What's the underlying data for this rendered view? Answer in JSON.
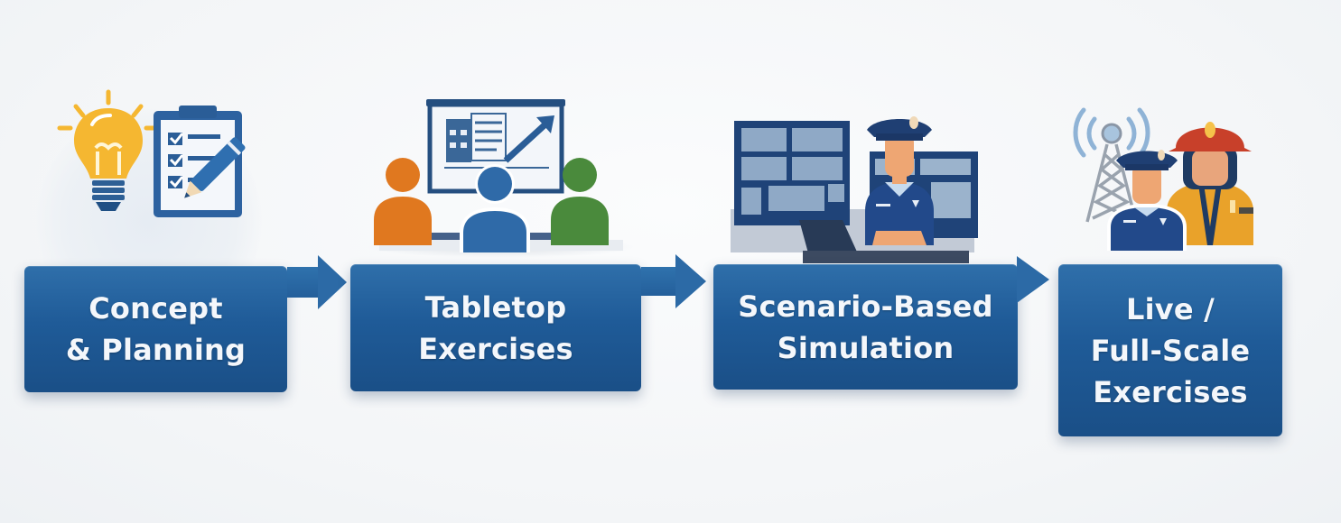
{
  "diagram": {
    "type": "process-flow",
    "direction": "left-to-right",
    "accent_color": "#1f5b98",
    "steps": [
      {
        "label_lines": [
          "Concept",
          "& Planning"
        ],
        "icons": [
          "lightbulb-icon",
          "clipboard-checklist-icon",
          "pencil-icon"
        ]
      },
      {
        "label_lines": [
          "Tabletop",
          "Exercises"
        ],
        "icons": [
          "presentation-board-icon",
          "people-group-icon"
        ]
      },
      {
        "label_lines": [
          "Scenario-Based",
          "Simulation"
        ],
        "icons": [
          "monitor-wall-icon",
          "officer-icon",
          "laptop-icon"
        ]
      },
      {
        "label_lines": [
          "Live /",
          "Full-Scale",
          "Exercises"
        ],
        "icons": [
          "radio-tower-icon",
          "officer-icon",
          "firefighter-icon"
        ]
      }
    ],
    "connectors": [
      "arrow",
      "arrow",
      "arrow"
    ],
    "colors": {
      "box_blue": "#1f5b98",
      "bulb_yellow": "#f5b731",
      "person_orange": "#e0781f",
      "person_blue": "#2f6aa8",
      "person_green": "#4a8a3c",
      "helmet_red": "#c8402a",
      "jacket_yellow": "#e9a22a",
      "skin": "#eea673"
    }
  }
}
